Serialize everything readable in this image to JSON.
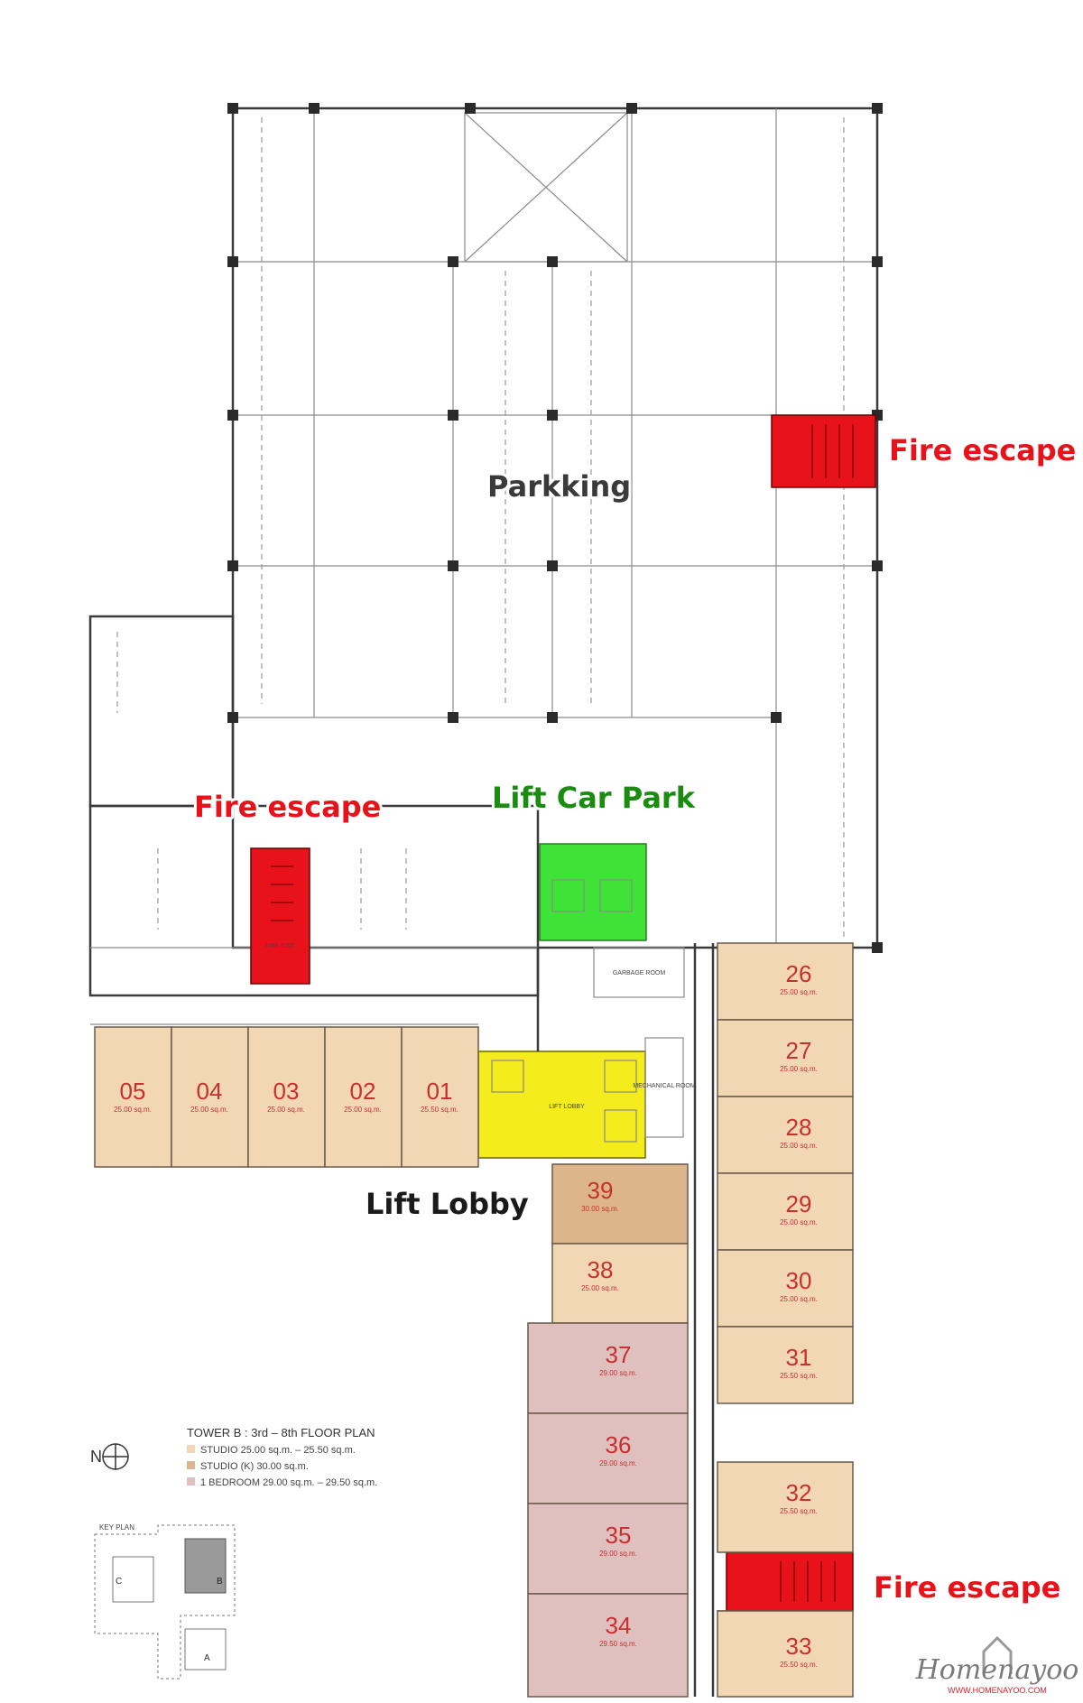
{
  "callouts": {
    "parking": "Parkking",
    "fire_escape_top": "Fire escape",
    "fire_escape_left": "Fire escape",
    "fire_escape_bottom": "Fire escape",
    "lift_car_park": "Lift Car Park",
    "lift_lobby": "Lift Lobby"
  },
  "room_labels": {
    "garbage_room": "GARBAGE ROOM",
    "mechanical_room": "MECHANICAL ROOM",
    "lift_lobby": "LIFT LOBBY",
    "fire_exit": "FIRE EXIT"
  },
  "units": [
    {
      "no": "05",
      "area": "25.00 sq.m.",
      "type": "studio"
    },
    {
      "no": "04",
      "area": "25.00 sq.m.",
      "type": "studio"
    },
    {
      "no": "03",
      "area": "25.00 sq.m.",
      "type": "studio"
    },
    {
      "no": "02",
      "area": "25.00 sq.m.",
      "type": "studio"
    },
    {
      "no": "01",
      "area": "25.50 sq.m.",
      "type": "studio"
    },
    {
      "no": "26",
      "area": "25.00 sq.m.",
      "type": "studio"
    },
    {
      "no": "27",
      "area": "25.00 sq.m.",
      "type": "studio"
    },
    {
      "no": "28",
      "area": "25.00 sq.m.",
      "type": "studio"
    },
    {
      "no": "29",
      "area": "25.00 sq.m.",
      "type": "studio"
    },
    {
      "no": "30",
      "area": "25.00 sq.m.",
      "type": "studio"
    },
    {
      "no": "31",
      "area": "25.50 sq.m.",
      "type": "studio"
    },
    {
      "no": "32",
      "area": "25.50 sq.m.",
      "type": "studio"
    },
    {
      "no": "33",
      "area": "25.50 sq.m.",
      "type": "studio"
    },
    {
      "no": "39",
      "area": "30.00 sq.m.",
      "type": "studio_k"
    },
    {
      "no": "38",
      "area": "25.00 sq.m.",
      "type": "studio"
    },
    {
      "no": "37",
      "area": "29.00 sq.m.",
      "type": "one_bedroom"
    },
    {
      "no": "36",
      "area": "29.00 sq.m.",
      "type": "one_bedroom"
    },
    {
      "no": "35",
      "area": "29.00 sq.m.",
      "type": "one_bedroom"
    },
    {
      "no": "34",
      "area": "29.50 sq.m.",
      "type": "one_bedroom"
    }
  ],
  "legend": {
    "title": "TOWER B : 3rd – 8th FLOOR PLAN",
    "items": [
      {
        "label": "STUDIO 25.00 sq.m. – 25.50 sq.m.",
        "color": "#f2d7b5"
      },
      {
        "label": "STUDIO (K) 30.00 sq.m.",
        "color": "#dcb58c"
      },
      {
        "label": "1 BEDROOM 29.00 sq.m. – 29.50 sq.m.",
        "color": "#dfc0bf"
      }
    ],
    "north": "N"
  },
  "key_plan": {
    "title": "KEY PLAN",
    "blocks": [
      "C",
      "B",
      "A"
    ]
  },
  "branding": {
    "name": "Homenayoo",
    "url": "WWW.HOMENAYOO.COM"
  },
  "colors": {
    "fire": "#e8121a",
    "lift_car_park": "#3fe236",
    "lift_lobby": "#f4ec1c",
    "studio": "#f2d7b5",
    "studio_k": "#dcb58c",
    "one_bedroom": "#dfc0bf"
  }
}
